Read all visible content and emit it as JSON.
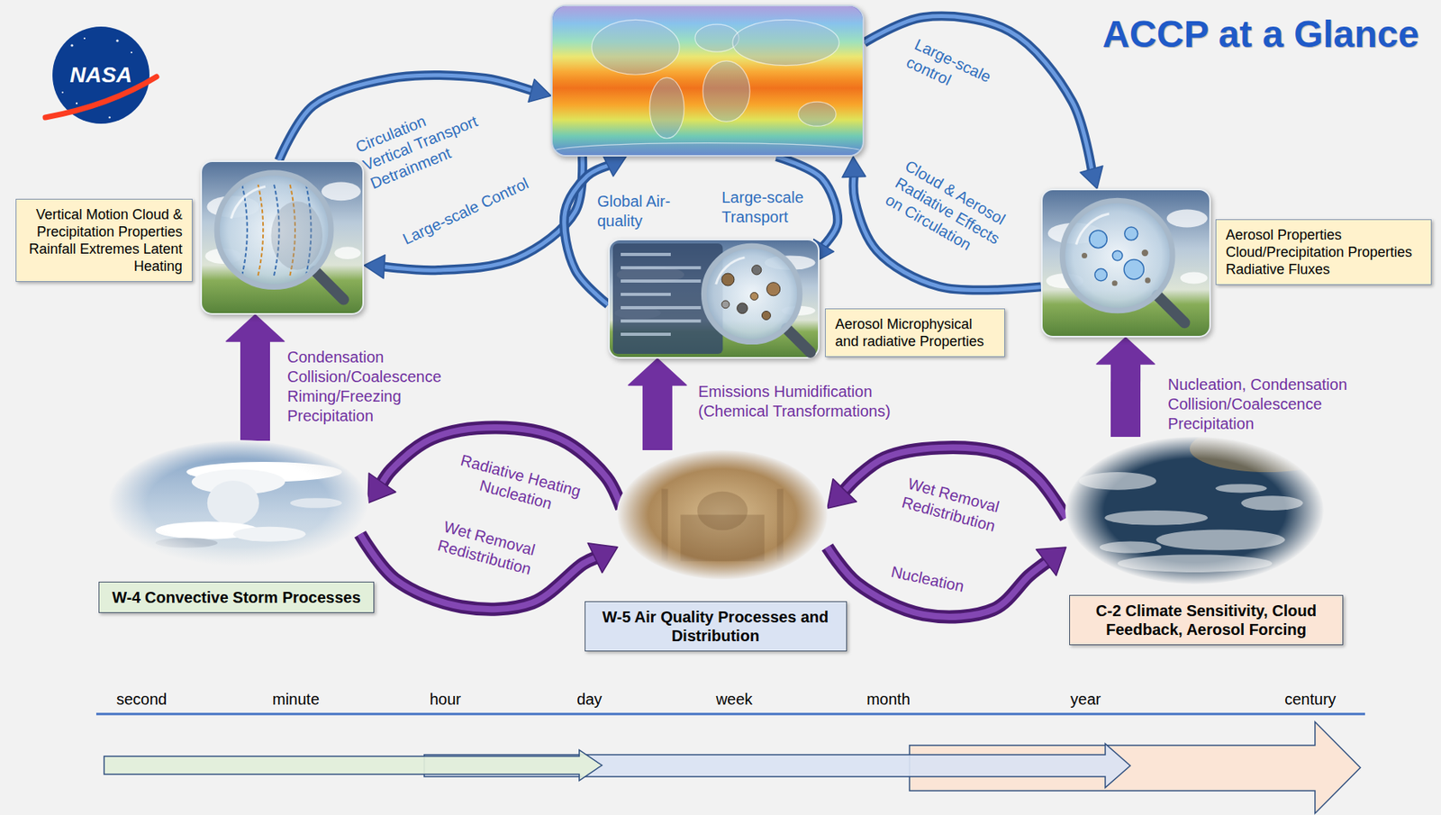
{
  "diagram": {
    "title": "ACCP at a Glance",
    "nodes": [
      {
        "text": []
      },
      {
        "text": []
      },
      {
        "text": [
          "Vertical Motion Cloud & Precipitation Properties Rainfall Extremes Latent Heating"
        ]
      },
      {
        "text": []
      },
      {
        "text": [
          "Aerosol Microphysical and radiative Properties"
        ]
      },
      {
        "text": []
      },
      {
        "text": [
          "Aerosol Properties Cloud/Precipitation Properties Radiative Fluxes"
        ]
      },
      {
        "text": []
      },
      {
        "text": [
          "W-4 Convective Storm Processes"
        ]
      },
      {
        "text": []
      },
      {
        "text": [
          "W-5 Air Quality Processes and Distribution"
        ]
      },
      {
        "text": []
      },
      {
        "text": [
          "C-2 Climate Sensitivity, Cloud Feedback, Aerosol Forcing"
        ]
      }
    ],
    "edges": [
      {
        "from": 1,
        "to": 0,
        "arrow": "to",
        "label": "Circulation Vertical Transport Detrainment"
      },
      {
        "from": 0,
        "to": 1,
        "arrow": "to",
        "label": "Large-scale Control"
      },
      {
        "from": 3,
        "to": 0,
        "arrow": "to",
        "label": "Global Air-quality"
      },
      {
        "from": 0,
        "to": 3,
        "arrow": "to",
        "label": "Large-scale Transport"
      },
      {
        "from": 0,
        "to": 5,
        "arrow": "to",
        "label": "Large-scale control"
      },
      {
        "from": 5,
        "to": 0,
        "arrow": "to",
        "label": "Cloud & Aerosol Radiative Effects on Circulation"
      },
      {
        "from": 7,
        "to": 1,
        "arrow": "to",
        "label": "Condensation Collision/Coalescence Riming/Freezing Precipitation"
      },
      {
        "from": 9,
        "to": 3,
        "arrow": "to",
        "label": "Emissions Humidification (Chemical Transformations)"
      },
      {
        "from": 11,
        "to": 5,
        "arrow": "to",
        "label": "Nucleation, Condensation Collision/Coalescence Precipitation"
      },
      {
        "from": 9,
        "to": 7,
        "arrow": "to",
        "label": "Radiative Heating Nucleation"
      },
      {
        "from": 7,
        "to": 9,
        "arrow": "to",
        "label": "Wet Removal Redistribution"
      },
      {
        "from": 11,
        "to": 9,
        "arrow": "to",
        "label": "Wet Removal Redistribution"
      },
      {
        "from": 9,
        "to": 11,
        "arrow": "to",
        "label": "Nucleation"
      }
    ],
    "labels": [
      "NASA",
      "second",
      "minute",
      "hour",
      "day",
      "week",
      "month",
      "year",
      "century"
    ]
  }
}
